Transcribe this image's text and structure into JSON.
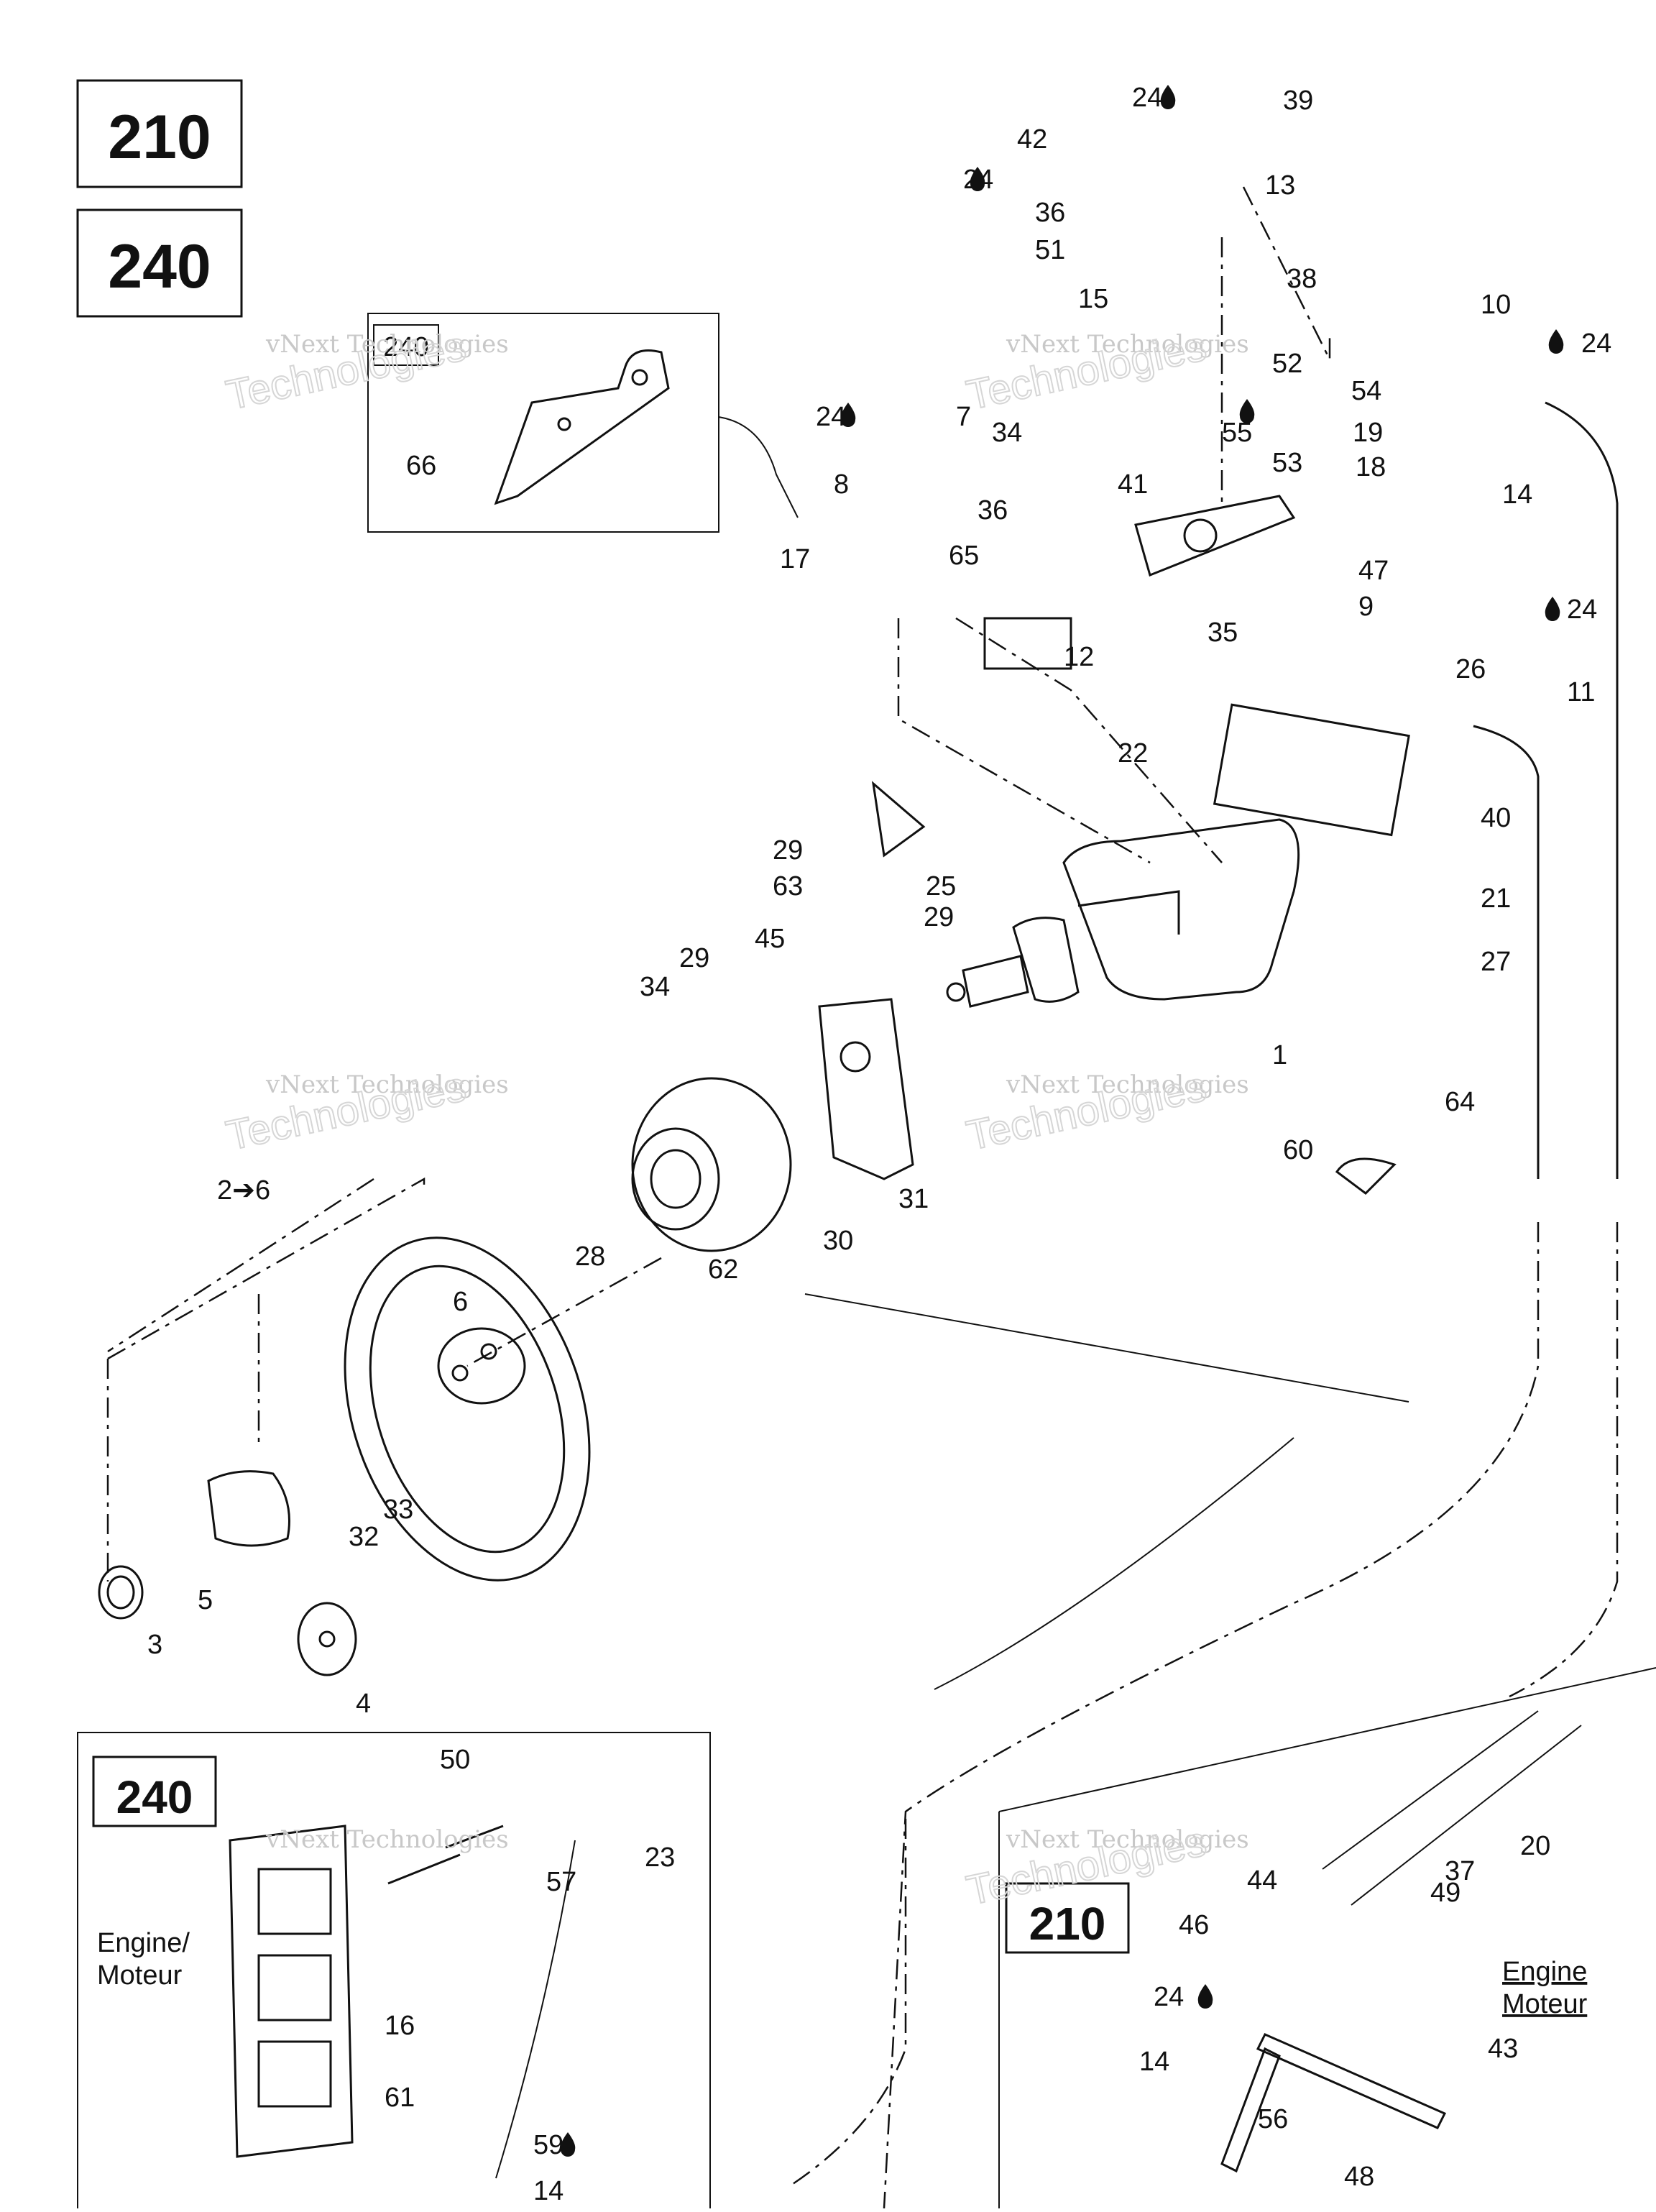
{
  "page": {
    "models": [
      "210",
      "240"
    ],
    "inset_240_top": "240",
    "inset_240_bottom": "240",
    "inset_210_bottom": "210",
    "engine_label_left_line1": "Engine/",
    "engine_label_left_line2": "Moteur",
    "engine_label_right_line1": "Engine",
    "engine_label_right_line2": "Moteur",
    "watermark_line1": "vNext Technologies",
    "watermark_line2": "vNext",
    "watermark_line3": "Technologies",
    "label_2to6": "2➔6"
  },
  "callouts": [
    "24",
    "39",
    "42",
    "24",
    "13",
    "36",
    "38",
    "51",
    "15",
    "10",
    "24",
    "52",
    "54",
    "24",
    "7",
    "34",
    "55",
    "19",
    "53",
    "18",
    "14",
    "8",
    "41",
    "36",
    "17",
    "65",
    "47",
    "35",
    "9",
    "24",
    "12",
    "26",
    "11",
    "22",
    "40",
    "29",
    "25",
    "63",
    "29",
    "29",
    "45",
    "21",
    "34",
    "27",
    "1",
    "64",
    "60",
    "31",
    "30",
    "28",
    "62",
    "6",
    "3",
    "33",
    "32",
    "5",
    "4",
    "50",
    "23",
    "57",
    "16",
    "61",
    "59",
    "14",
    "20",
    "37",
    "44",
    "49",
    "46",
    "24",
    "14",
    "56",
    "43",
    "48",
    "66"
  ],
  "icons": [
    "lubricant-drop-icon"
  ]
}
